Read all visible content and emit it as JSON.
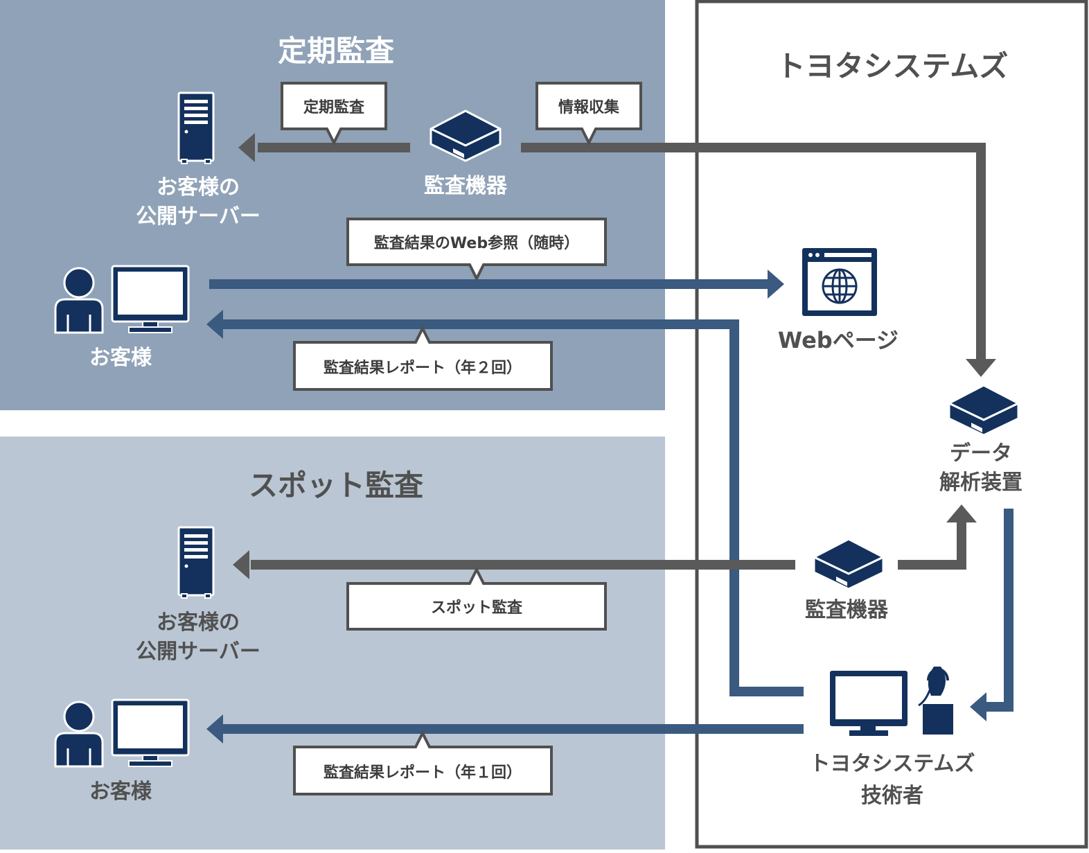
{
  "colors": {
    "teiki_bg": "#8fa2b7",
    "spot_bg": "#bac6d3",
    "navy": "#13315c",
    "blue_arrow": "#3a5a80",
    "gray_arrow": "#5a5a5a",
    "frame": "#505050"
  },
  "sections": {
    "teiki": {
      "title": "定期監査"
    },
    "spot": {
      "title": "スポット監査"
    },
    "toyota": {
      "title": "トヨタシステムズ"
    }
  },
  "nodes": {
    "teiki_server": {
      "icon": "server-icon",
      "line1": "お客様の",
      "line2": "公開サーバー"
    },
    "teiki_device": {
      "icon": "audit-device-icon",
      "label": "監査機器"
    },
    "teiki_customer": {
      "icon": "customer-pc-icon",
      "label": "お客様"
    },
    "web_page": {
      "icon": "web-page-icon",
      "label": "Webページ"
    },
    "data_analyzer": {
      "icon": "data-device-icon",
      "line1": "データ",
      "line2": "解析装置"
    },
    "spot_server": {
      "icon": "server-icon",
      "line1": "お客様の",
      "line2": "公開サーバー"
    },
    "spot_device": {
      "icon": "audit-device-icon",
      "label": "監査機器"
    },
    "spot_customer": {
      "icon": "customer-pc-icon",
      "label": "お客様"
    },
    "engineer": {
      "icon": "engineer-headset-icon",
      "line1": "トヨタシステムズ",
      "line2": "技術者"
    }
  },
  "callouts": {
    "teiki_audit": "定期監査",
    "info_collect": "情報収集",
    "web_reference": "監査結果のWeb参照（随時）",
    "report_twice": "監査結果レポート（年２回）",
    "spot_audit": "スポット監査",
    "report_once": "監査結果レポート（年１回）"
  }
}
